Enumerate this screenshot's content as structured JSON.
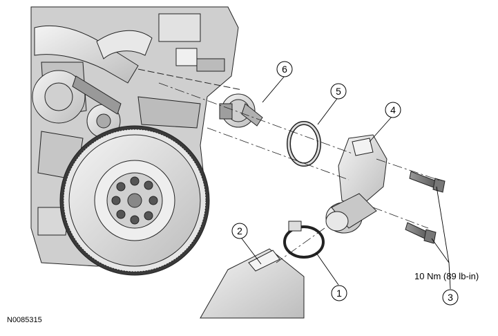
{
  "figure_id": "N0085315",
  "torque_spec": "10 Nm (89 lb-in)",
  "callouts": [
    {
      "label": "1"
    },
    {
      "label": "2"
    },
    {
      "label": "3"
    },
    {
      "label": "4"
    },
    {
      "label": "5"
    },
    {
      "label": "6"
    }
  ]
}
